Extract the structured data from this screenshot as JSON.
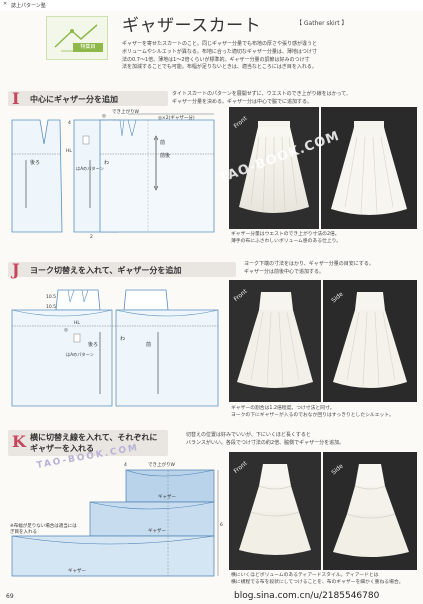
{
  "header": {
    "mark": "✕",
    "label": "誌上パターン塾"
  },
  "icon": {
    "tag": "特集目"
  },
  "title": {
    "ja": "ギャザースカート",
    "en": "【 Gather skirt 】"
  },
  "intro": {
    "lines": [
      "ギャザーを寄せたスカートのこと。同じギャザー分量でも布地の厚さや張り感が違うと",
      "ボリュームやシルエットが異なる。布地に合った適切なギャザー分量は、薄地はつけ寸",
      "法の0.7〜1倍、薄地は1〜2倍くらいが標準的。ギャザー分量の調節は好みのつけ寸",
      "法を加減することでも可能。布幅が足りないときは、適当なところにはぎ目を入れる。"
    ]
  },
  "sections": {
    "I": {
      "letter": "I",
      "title": "中心にギャザー分を追加",
      "desc": [
        "タイトスカートのパターンを展開せずに、ウエストのでき上がり線をはかって、",
        "ギャザー分量を決める。ギャザー分は中心で脇でに追加する。"
      ],
      "caption": [
        "ギャザー分量はウエストのでき上がり寸法の2倍。",
        "薄手の布にふさわしいボリューム感のある仕上り。"
      ],
      "labels": {
        "top": "でき上がりW",
        "x2": "◎×2(ギャザー分)",
        "back": "後ろ",
        "front": "前",
        "frontback": "前後",
        "hl": "HL",
        "fold": "わ",
        "pattern": "はAのパターン",
        "circle": "◎",
        "n4": "4",
        "n2": "2"
      }
    },
    "J": {
      "letter": "J",
      "title": "ヨーク切替えを入れて、ギャザー分を追加",
      "desc": [
        "ヨーク下端の寸法をはかり、ギャザー分量の目安にする。",
        "ギャザー分は前後中心で追加する。"
      ],
      "caption": [
        "ギャザーの割合は1.2倍程度。つけ寸法と同寸。",
        "ヨークの下にギャザーが入るのでおなか回りはすっきりとしたシルエット。"
      ],
      "labels": {
        "n1": "10.5",
        "n2": "10.5",
        "back": "後ろ",
        "front": "前",
        "hl": "HL",
        "fold": "わ",
        "pattern": "はAのパターン",
        "circle": "◎"
      }
    },
    "K": {
      "letter": "K",
      "title": "横に切替え線を入れて、それぞれにギャザーを入れる",
      "desc": [
        "切替えの位置は好みでいいが、下にいくほど長くすると",
        "バランスがいい。各段でつけ寸法の約2倍、脇側でギャザー分を追加。"
      ],
      "caption": [
        "横にいくほどボリュームのあるティアードスタイル。ティアードとは",
        "横に規程でる布を段状にしてつけることを、布のギャザーを細かく重ねる場合。"
      ],
      "labels": {
        "top": "でき上がりW",
        "gather": "ギャザー",
        "note": "※布幅が足りない場合は適当にはぎ目を入れる",
        "n4": "4",
        "n60": "60"
      }
    }
  },
  "photos": {
    "front": "Front",
    "side": "Side",
    "watermark": "TAO-BOOK.COM",
    "watermark2": "TAO-BOOK.COM"
  },
  "footer": {
    "page": "69",
    "blog": "blog.sina.com.cn/u/2185546780"
  }
}
